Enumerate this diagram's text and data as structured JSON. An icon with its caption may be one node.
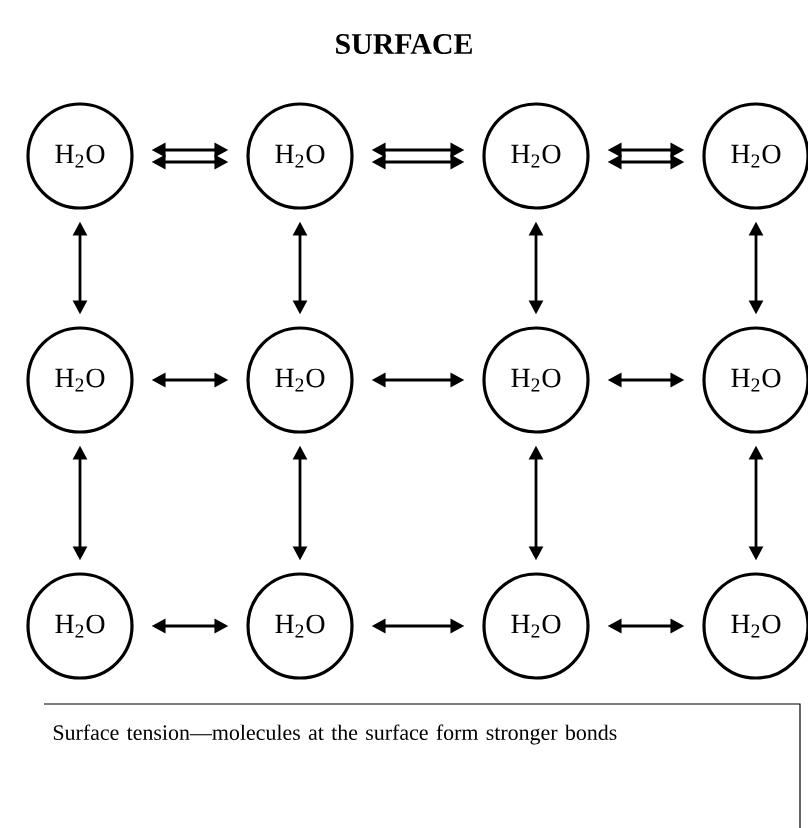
{
  "diagram": {
    "title": "SURFACE",
    "caption": "Surface tension—molecules at the surface form stronger bonds",
    "nodes": [
      {
        "text": [
          "H$_{2}$O"
        ]
      },
      {
        "text": [
          "H$_{2}$O"
        ]
      },
      {
        "text": [
          "H$_{2}$O"
        ]
      },
      {
        "text": [
          "H$_{2}$O"
        ]
      },
      {
        "text": [
          "H$_{2}$O"
        ]
      },
      {
        "text": [
          "H$_{2}$O"
        ]
      },
      {
        "text": [
          "H$_{2}$O"
        ]
      },
      {
        "text": [
          "H$_{2}$O"
        ]
      },
      {
        "text": [
          "H$_{2}$O"
        ]
      },
      {
        "text": [
          "H$_{2}$O"
        ]
      },
      {
        "text": [
          "H$_{2}$O"
        ]
      },
      {
        "text": [
          "H$_{2}$O"
        ]
      }
    ],
    "edges": [
      {
        "from": 0,
        "to": 1,
        "arrow": "both"
      },
      {
        "from": 0,
        "to": 1,
        "arrow": "both"
      },
      {
        "from": 1,
        "to": 2,
        "arrow": "both"
      },
      {
        "from": 1,
        "to": 2,
        "arrow": "both"
      },
      {
        "from": 2,
        "to": 3,
        "arrow": "both"
      },
      {
        "from": 2,
        "to": 3,
        "arrow": "both"
      },
      {
        "from": 4,
        "to": 5,
        "arrow": "both"
      },
      {
        "from": 5,
        "to": 6,
        "arrow": "both"
      },
      {
        "from": 6,
        "to": 7,
        "arrow": "both"
      },
      {
        "from": 8,
        "to": 9,
        "arrow": "both"
      },
      {
        "from": 9,
        "to": 10,
        "arrow": "both"
      },
      {
        "from": 10,
        "to": 11,
        "arrow": "both"
      },
      {
        "from": 0,
        "to": 4,
        "arrow": "both"
      },
      {
        "from": 1,
        "to": 5,
        "arrow": "both"
      },
      {
        "from": 2,
        "to": 6,
        "arrow": "both"
      },
      {
        "from": 3,
        "to": 7,
        "arrow": "both"
      },
      {
        "from": 4,
        "to": 8,
        "arrow": "both"
      },
      {
        "from": 5,
        "to": 9,
        "arrow": "both"
      },
      {
        "from": 6,
        "to": 10,
        "arrow": "both"
      },
      {
        "from": 7,
        "to": 11,
        "arrow": "both"
      }
    ]
  }
}
